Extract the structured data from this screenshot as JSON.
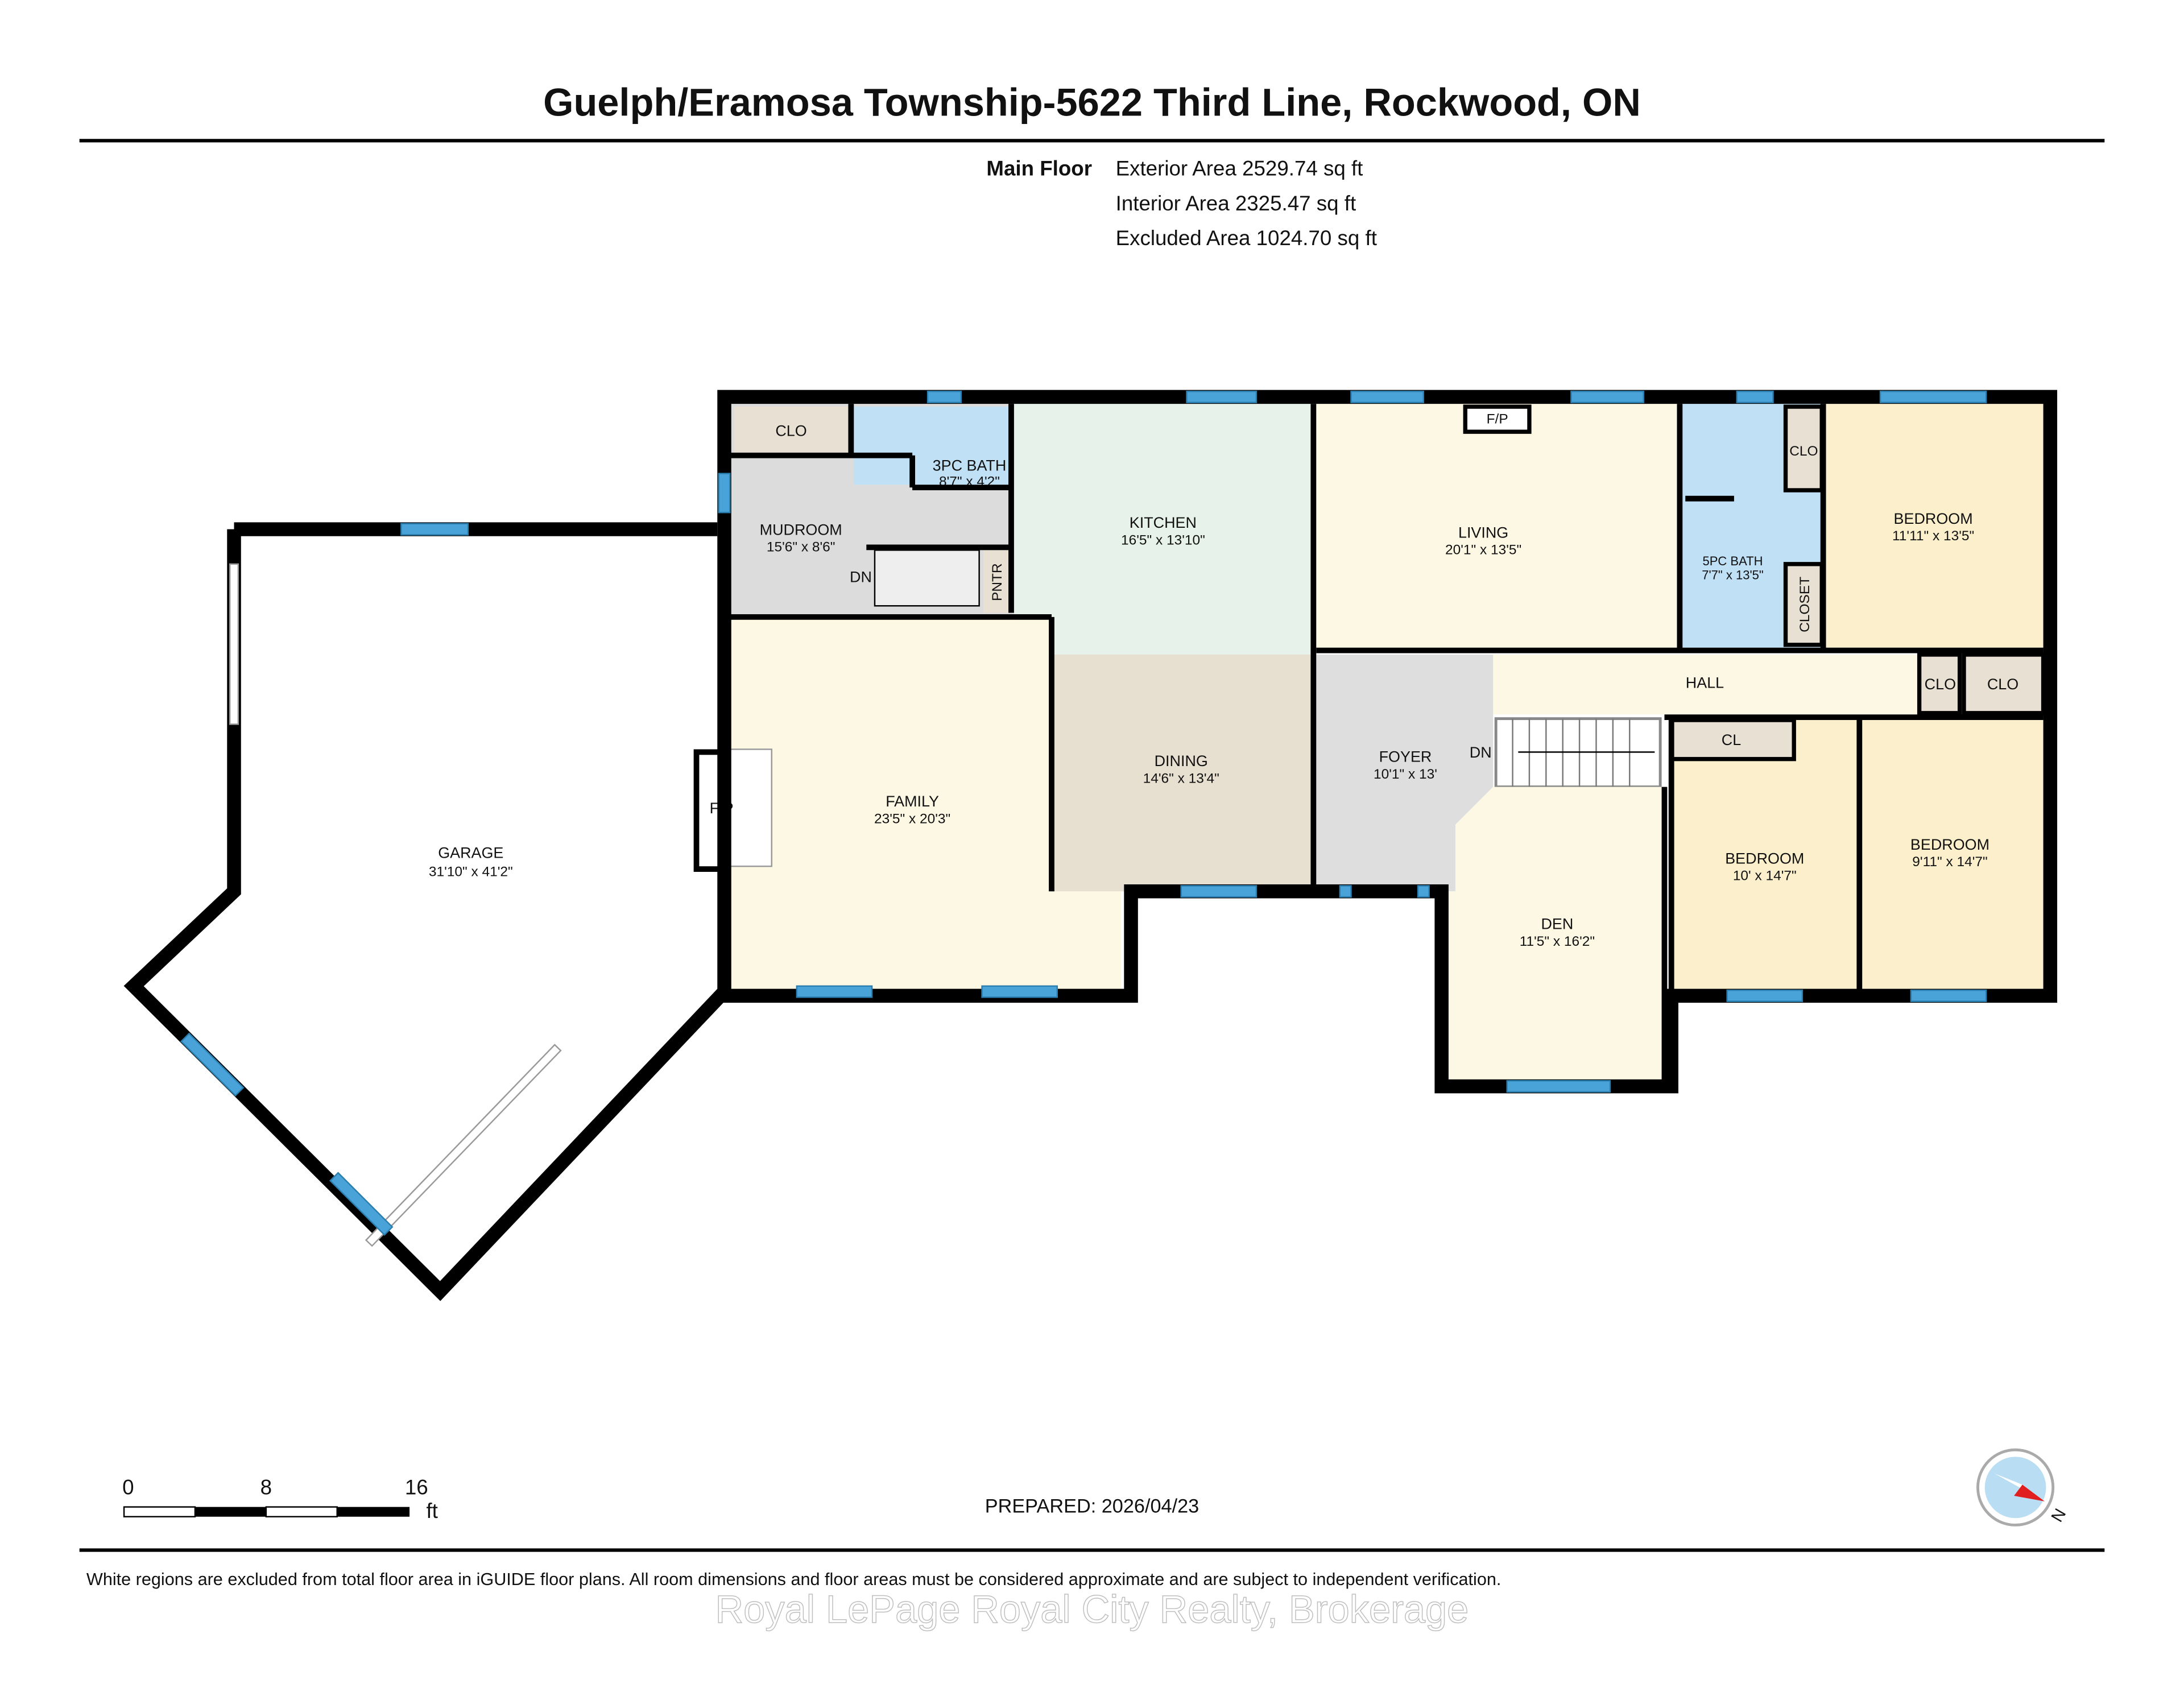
{
  "header": {
    "title": "Guelph/Eramosa Township-5622 Third Line, Rockwood, ON",
    "floor_label": "Main Floor",
    "exterior_area": "Exterior Area 2529.74 sq ft",
    "interior_area": "Interior Area 2325.47 sq ft",
    "excluded_area": "Excluded Area 1024.70 sq ft"
  },
  "rooms": {
    "garage": {
      "name": "GARAGE",
      "dims": "31'10\" x 41'2\""
    },
    "mudroom": {
      "name": "MUDROOM",
      "dims": "15'6\" x 8'6\""
    },
    "clo_mud": {
      "name": "CLO"
    },
    "bath3": {
      "name": "3PC BATH",
      "dims": "8'7\" x 4'2\""
    },
    "pantry": {
      "name": "PNTR"
    },
    "kitchen": {
      "name": "KITCHEN",
      "dims": "16'5\" x 13'10\""
    },
    "living": {
      "name": "LIVING",
      "dims": "20'1\" x 13'5\""
    },
    "fireplace_living": {
      "name": "F/P"
    },
    "bath5": {
      "name": "5PC BATH",
      "dims": "7'7\" x 13'5\""
    },
    "bedroom1": {
      "name": "BEDROOM",
      "dims": "11'11\" x 13'5\""
    },
    "clo_bed1": {
      "name": "CLO"
    },
    "closet_bed1": {
      "name": "CLOSET"
    },
    "family": {
      "name": "FAMILY",
      "dims": "23'5\" x 20'3\""
    },
    "fireplace_family": {
      "name": "F/P"
    },
    "dining": {
      "name": "DINING",
      "dims": "14'6\" x 13'4\""
    },
    "foyer": {
      "name": "FOYER",
      "dims": "10'1\" x 13'"
    },
    "hall": {
      "name": "HALL"
    },
    "clo_hall1": {
      "name": "CLO"
    },
    "clo_hall2": {
      "name": "CLO"
    },
    "den": {
      "name": "DEN",
      "dims": "11'5\" x 16'2\""
    },
    "cl_bed2": {
      "name": "CL"
    },
    "bedroom2": {
      "name": "BEDROOM",
      "dims": "10' x 14'7\""
    },
    "bedroom3": {
      "name": "BEDROOM",
      "dims": "9'11\" x 14'7\""
    },
    "stairs_down_mud": {
      "name": "DN"
    },
    "stairs_down_foyer": {
      "name": "DN"
    }
  },
  "colors": {
    "living_space": "#fdf8e4",
    "bedroom": "#fbefcc",
    "bath": "#bfe0f5",
    "kitchen": "#e6f2ea",
    "dining": "#e7dfd0",
    "closet": "#e8e0d2",
    "utility": "#dcdcdc",
    "window": "#4aa3d8"
  },
  "scale_bar": {
    "ticks": [
      "0",
      "8",
      "16"
    ],
    "unit": "ft"
  },
  "prepared": "PREPARED: 2026/04/23",
  "compass": {
    "icon": "north-arrow-compass-icon",
    "label": "N"
  },
  "footer": {
    "disclaimer": "White regions are excluded from total floor area in iGUIDE floor plans. All room dimensions and floor areas must be considered approximate and are subject to independent verification.",
    "watermark": "Royal LePage Royal City Realty, Brokerage"
  }
}
